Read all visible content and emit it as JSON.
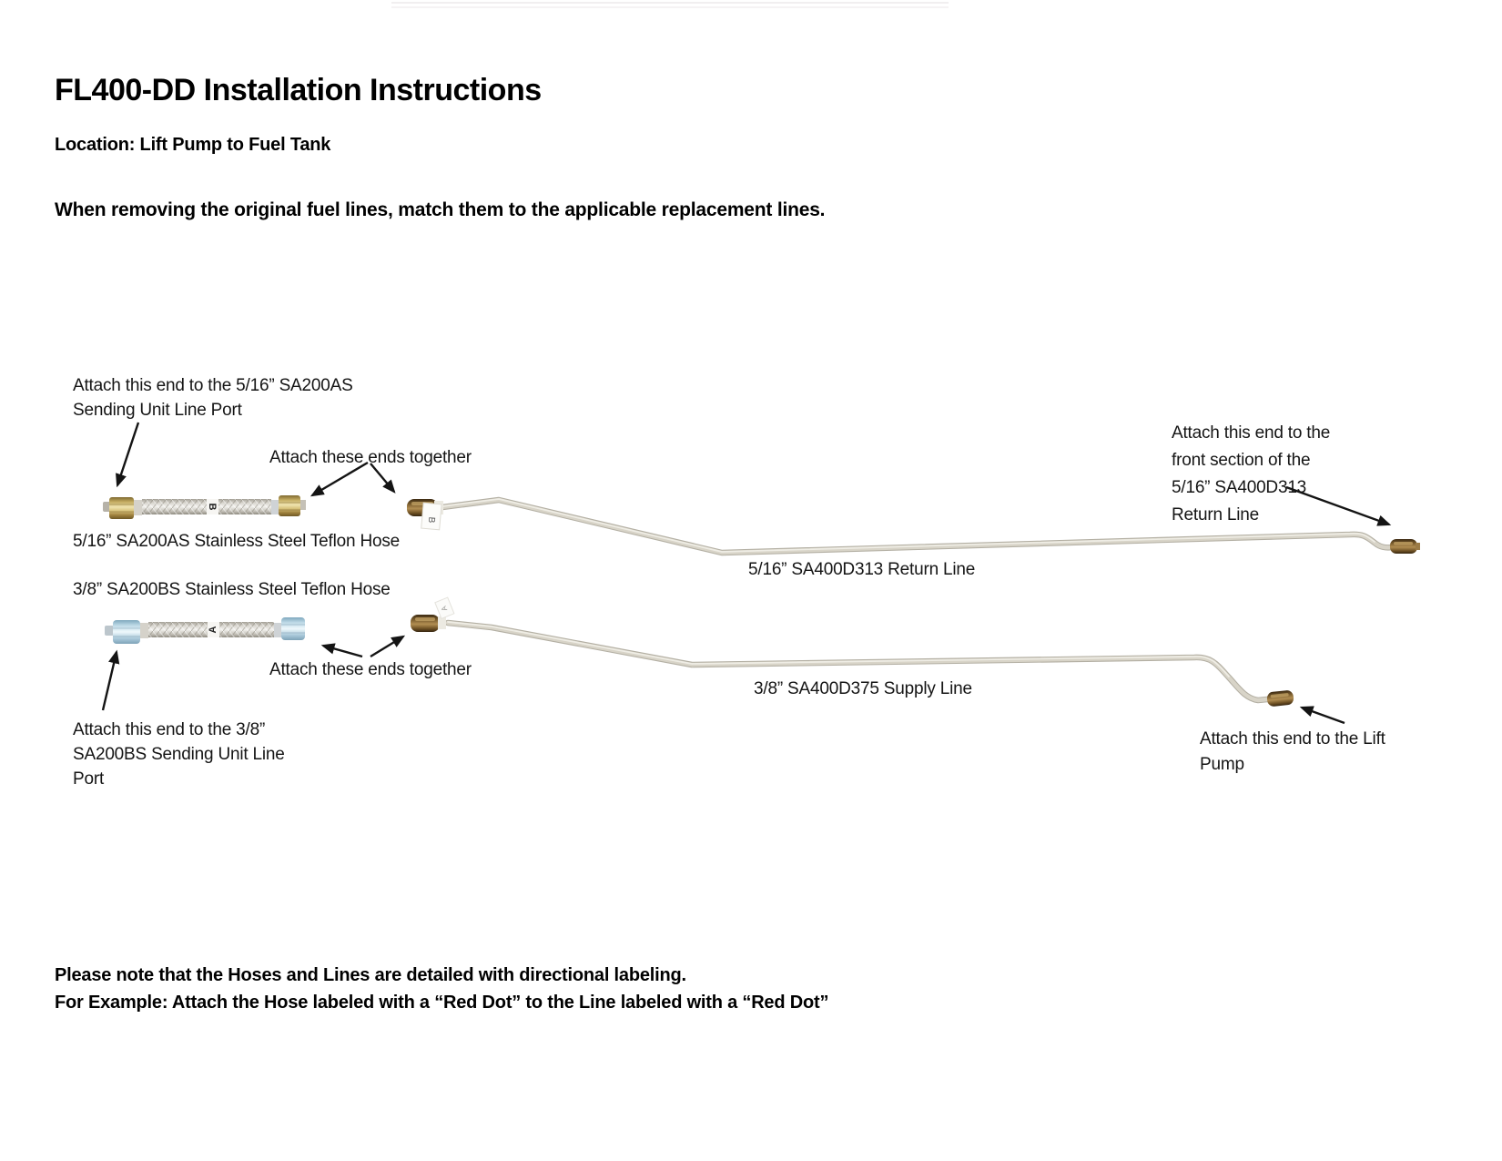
{
  "header": {
    "title": "FL400-DD Installation Instructions",
    "location": "Location: Lift Pump to Fuel Tank",
    "instruction": "When removing the original fuel lines, match them to the applicable replacement lines."
  },
  "diagram": {
    "labels": {
      "attach_sending_unit_516": {
        "lines": [
          "Attach this end to the 5/16” SA200AS",
          "Sending Unit Line Port"
        ]
      },
      "attach_ends_top": "Attach these ends together",
      "hose_516": "5/16” SA200AS Stainless Steel Teflon Hose",
      "hose_38": "3/8” SA200BS Stainless Steel Teflon Hose",
      "return_line": "5/16” SA400D313 Return Line",
      "supply_line": "3/8” SA400D375 Supply Line",
      "attach_ends_bottom": "Attach these ends together",
      "attach_sending_unit_38": {
        "lines": [
          "Attach this end to the 3/8”",
          "SA200BS Sending Unit Line",
          "Port"
        ]
      },
      "attach_front_return": {
        "lines": [
          "Attach this end to the",
          "front section of the",
          "5/16” SA400D313",
          "Return Line"
        ]
      },
      "attach_lift_pump": {
        "lines": [
          "Attach this end to the Lift",
          "Pump"
        ]
      }
    },
    "part_tags": {
      "hose_b": "B",
      "line_b": "B",
      "hose_a": "A",
      "line_a": "A"
    },
    "colors": {
      "brass_fitting": "#d9c47e",
      "aluminum_fitting": "#cfe2ee",
      "line_tube": "#d8d4c8",
      "dark_brass_end": "#7c5e2e",
      "arrow": "#141414"
    }
  },
  "footer": {
    "note_line1": "Please note that the Hoses and Lines are detailed with directional labeling.",
    "note_line2": "For Example: Attach the Hose labeled with a “Red Dot” to the Line labeled with a “Red Dot”"
  }
}
